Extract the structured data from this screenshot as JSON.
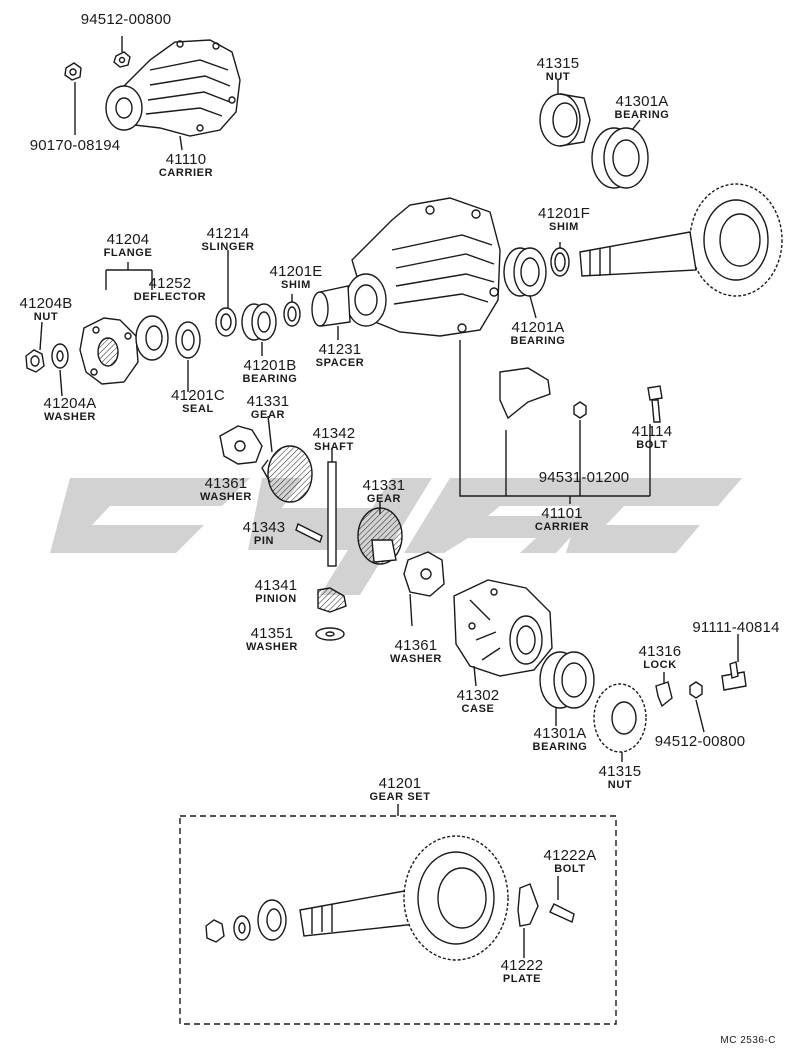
{
  "watermark": "c/y/g/c",
  "diagram_code": "MC 2536-C",
  "parts": [
    {
      "id": "94512-00800_top",
      "number": "94512-00800",
      "name": ""
    },
    {
      "id": "90170-08194",
      "number": "90170-08194",
      "name": ""
    },
    {
      "id": "41110",
      "number": "41110",
      "name": "CARRIER"
    },
    {
      "id": "41315_top",
      "number": "41315",
      "name": "NUT"
    },
    {
      "id": "41301A_top",
      "number": "41301A",
      "name": "BEARING"
    },
    {
      "id": "41201F",
      "number": "41201F",
      "name": "SHIM"
    },
    {
      "id": "41204",
      "number": "41204",
      "name": "FLANGE"
    },
    {
      "id": "41214",
      "number": "41214",
      "name": "SLINGER"
    },
    {
      "id": "41201E",
      "number": "41201E",
      "name": "SHIM"
    },
    {
      "id": "41252",
      "number": "41252",
      "name": "DEFLECTOR"
    },
    {
      "id": "41204B",
      "number": "41204B",
      "name": "NUT"
    },
    {
      "id": "41231",
      "number": "41231",
      "name": "SPACER"
    },
    {
      "id": "41201A",
      "number": "41201A",
      "name": "BEARING"
    },
    {
      "id": "41201B",
      "number": "41201B",
      "name": "BEARING"
    },
    {
      "id": "41201C",
      "number": "41201C",
      "name": "SEAL"
    },
    {
      "id": "41204A",
      "number": "41204A",
      "name": "WASHER"
    },
    {
      "id": "41331_top",
      "number": "41331",
      "name": "GEAR"
    },
    {
      "id": "41342",
      "number": "41342",
      "name": "SHAFT"
    },
    {
      "id": "41114",
      "number": "41114",
      "name": "BOLT"
    },
    {
      "id": "94531-01200",
      "number": "94531-01200",
      "name": ""
    },
    {
      "id": "41361_top",
      "number": "41361",
      "name": "WASHER"
    },
    {
      "id": "41331_mid",
      "number": "41331",
      "name": "GEAR"
    },
    {
      "id": "41101",
      "number": "41101",
      "name": "CARRIER"
    },
    {
      "id": "41343",
      "number": "41343",
      "name": "PIN"
    },
    {
      "id": "41341",
      "number": "41341",
      "name": "PINION"
    },
    {
      "id": "41351",
      "number": "41351",
      "name": "WASHER"
    },
    {
      "id": "41361_low",
      "number": "41361",
      "name": "WASHER"
    },
    {
      "id": "41302",
      "number": "41302",
      "name": "CASE"
    },
    {
      "id": "91111-40814",
      "number": "91111-40814",
      "name": ""
    },
    {
      "id": "41316",
      "number": "41316",
      "name": "LOCK"
    },
    {
      "id": "41301A_low",
      "number": "41301A",
      "name": "BEARING"
    },
    {
      "id": "94512-00800_low",
      "number": "94512-00800",
      "name": ""
    },
    {
      "id": "41315_low",
      "number": "41315",
      "name": "NUT"
    },
    {
      "id": "41201",
      "number": "41201",
      "name": "GEAR SET"
    },
    {
      "id": "41222A",
      "number": "41222A",
      "name": "BOLT"
    },
    {
      "id": "41222",
      "number": "41222",
      "name": "PLATE"
    }
  ]
}
